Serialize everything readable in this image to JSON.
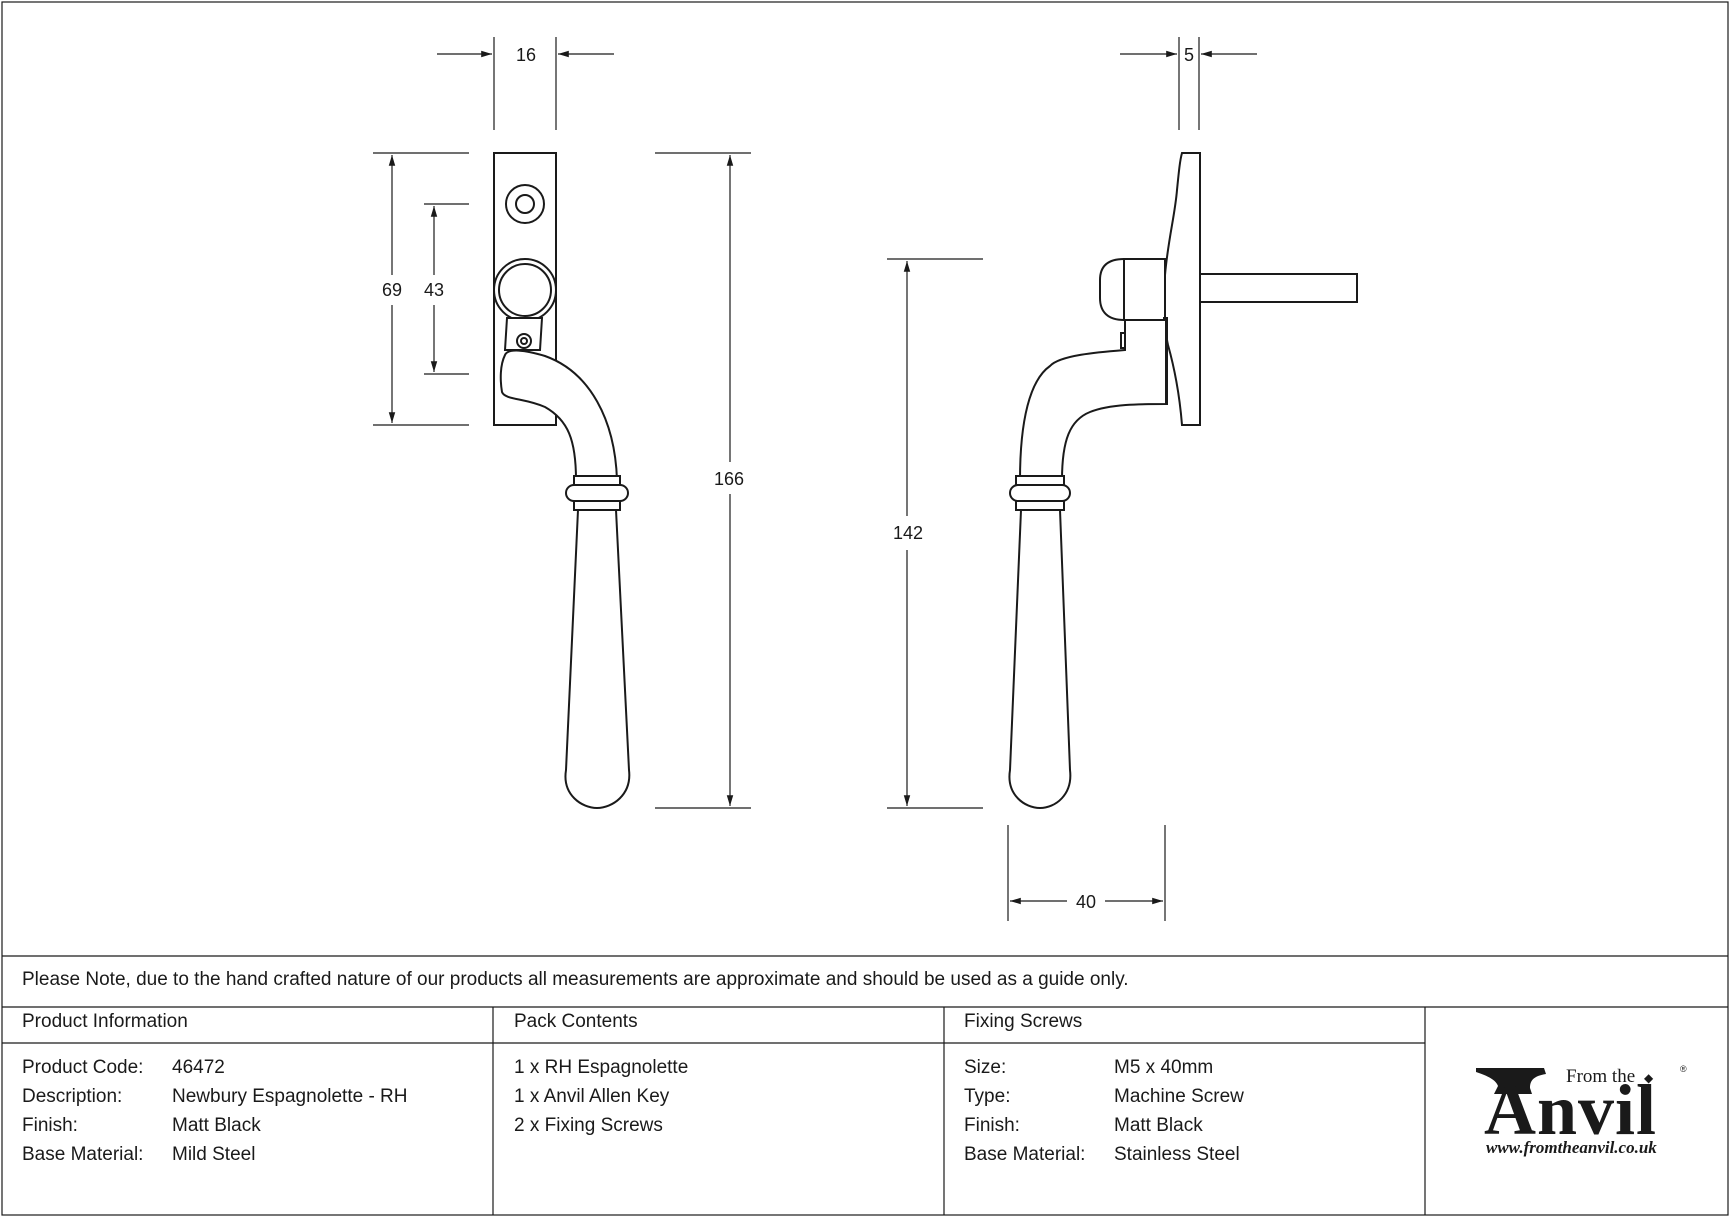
{
  "dimensions": {
    "plate_width": "16",
    "plate_depth": "5",
    "plate_height": "69",
    "hole_centres": "43",
    "overall_length": "166",
    "handle_length": "142",
    "projection": "40"
  },
  "note": "Please Note, due to the hand crafted nature of our products all measurements are approximate and should be used as a guide only.",
  "product_information": {
    "heading": "Product Information",
    "rows": [
      {
        "label": "Product Code:",
        "value": "46472"
      },
      {
        "label": "Description:",
        "value": "Newbury Espagnolette - RH"
      },
      {
        "label": "Finish:",
        "value": "Matt Black"
      },
      {
        "label": "Base Material:",
        "value": "Mild Steel"
      }
    ]
  },
  "pack_contents": {
    "heading": "Pack Contents",
    "items": [
      "1 x RH Espagnolette",
      "1 x Anvil Allen Key",
      "2 x Fixing Screws"
    ]
  },
  "fixing_screws": {
    "heading": "Fixing Screws",
    "rows": [
      {
        "label": "Size:",
        "value": "M5 x 40mm"
      },
      {
        "label": "Type:",
        "value": "Machine Screw"
      },
      {
        "label": "Finish:",
        "value": "Matt Black"
      },
      {
        "label": "Base Material:",
        "value": "Stainless Steel"
      }
    ]
  },
  "logo": {
    "from_the": "From the",
    "brand": "Anvil",
    "registered": "®",
    "url": "www.fromtheanvil.co.uk"
  },
  "colors": {
    "line": "#1a1a1a",
    "background": "#ffffff"
  }
}
